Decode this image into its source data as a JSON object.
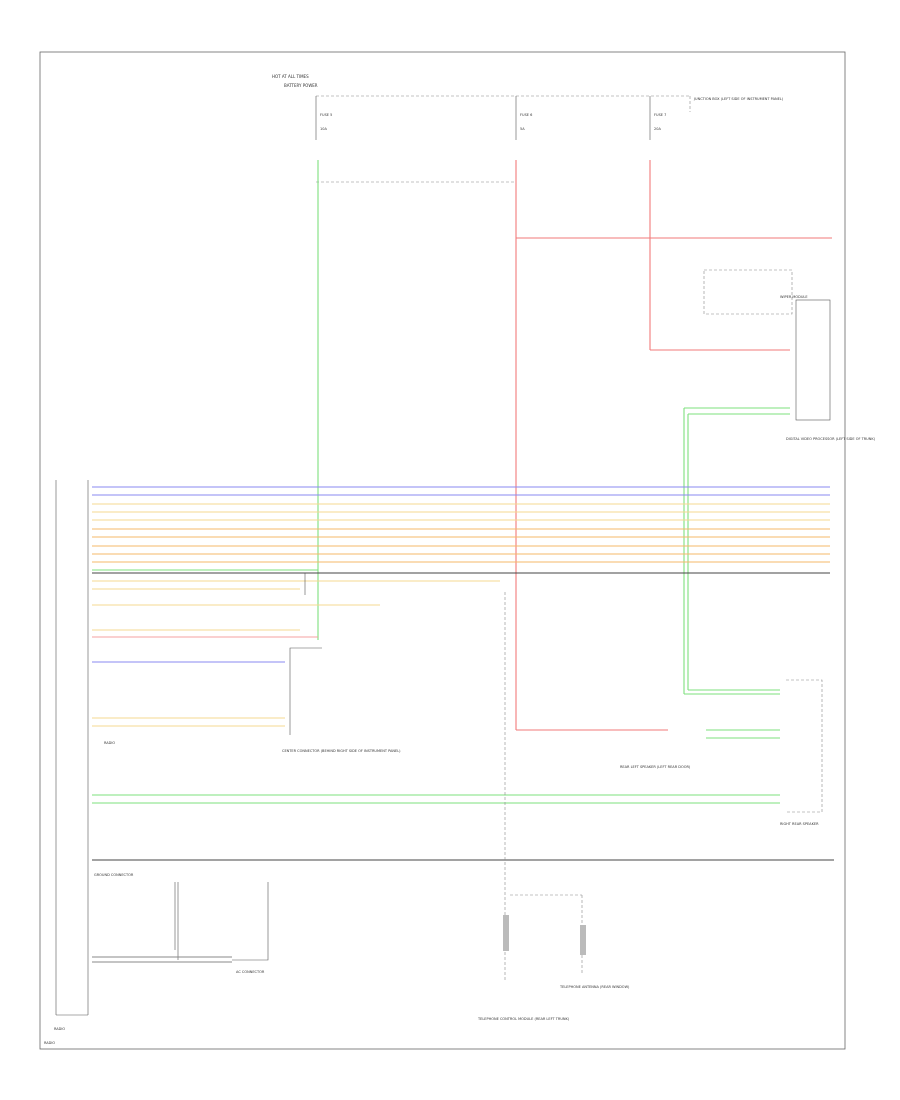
{
  "diagram": {
    "top_label_1": "HOT AT ALL TIMES",
    "top_label_2": "BATTERY POWER",
    "junction_label": "JUNCTION BOX (LEFT SIDE OF INSTRUMENT PANEL)",
    "fuses": [
      {
        "name": "FUSE 5",
        "rating": "10A"
      },
      {
        "name": "FUSE 6",
        "rating": "5A"
      },
      {
        "name": "FUSE 7",
        "rating": "20A"
      }
    ],
    "module_right_1": "WIPER MODULE",
    "module_right_2": "DIGITAL VIDEO PROCESSOR (LEFT SIDE OF TRUNK)",
    "module_left": "RADIO",
    "connector_center": "CENTER CONNECTOR (BEHIND RIGHT SIDE OF INSTRUMENT PANEL)",
    "connector_lower": "GROUND CONNECTOR",
    "rear_connector": "REAR LEFT SPEAKER (LEFT REAR DOOR)",
    "right_lower_label": "RIGHT REAR SPEAKER",
    "bottom_center": "TELEPHONE CONTROL MODULE (REAR LEFT TRUNK)",
    "bottom_right": "TELEPHONE ANTENNA (REAR WINDOW)",
    "ac_label": "AC CONNECTOR",
    "bottom_left": "RADIO",
    "corner_label": "RADIO"
  }
}
